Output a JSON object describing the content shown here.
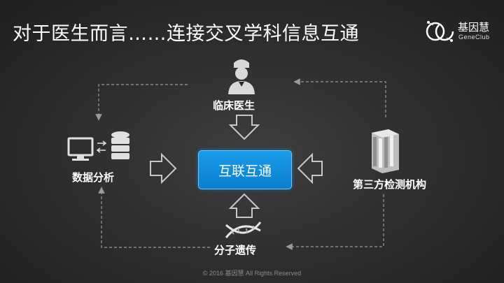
{
  "title": "对于医生而言……连接交叉学科信息互通",
  "logo": {
    "name": "基因慧",
    "subtitle": "GeneClub"
  },
  "nodes": {
    "top": "临床医生",
    "left": "数据分析",
    "right": "第三方检测机构",
    "bottom": "分子遗传",
    "center": "互联互通"
  },
  "footer": "© 2016 基因慧 All Rights Reserved",
  "colors": {
    "accent": "#1a9be8",
    "arrow": "#c8c8c8",
    "background": "#2c2c2c"
  }
}
